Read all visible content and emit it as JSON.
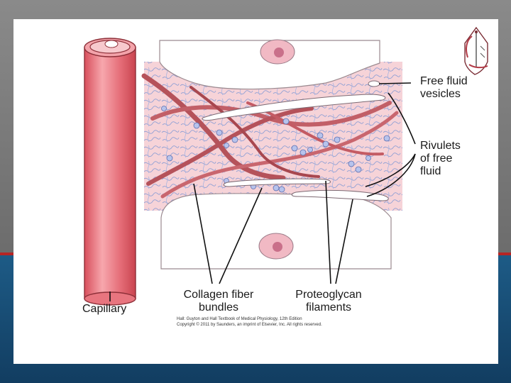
{
  "labels": {
    "free_fluid_vesicles_1": "Free fluid",
    "free_fluid_vesicles_2": "vesicles",
    "rivulets_1": "Rivulets",
    "rivulets_2": "of free",
    "rivulets_3": "fluid",
    "collagen_1": "Collagen fiber",
    "collagen_2": "bundles",
    "proteoglycan_1": "Proteoglycan",
    "proteoglycan_2": "filaments",
    "capillary": "Capillary"
  },
  "credit": {
    "line1": "Hall: Guyton and Hall Textbook of Medical Physiology, 12th Edition",
    "line2": "Copyright © 2011 by Saunders, an imprint of Elsevier, Inc. All rights reserved."
  },
  "colors": {
    "capillary": "#e9707a",
    "collagen": "#b5525a",
    "interstitium": "#f6d3d8",
    "filament": "#8f9fd4",
    "slide_bottom": "#1d5b86",
    "accent_red": "#b52525"
  }
}
